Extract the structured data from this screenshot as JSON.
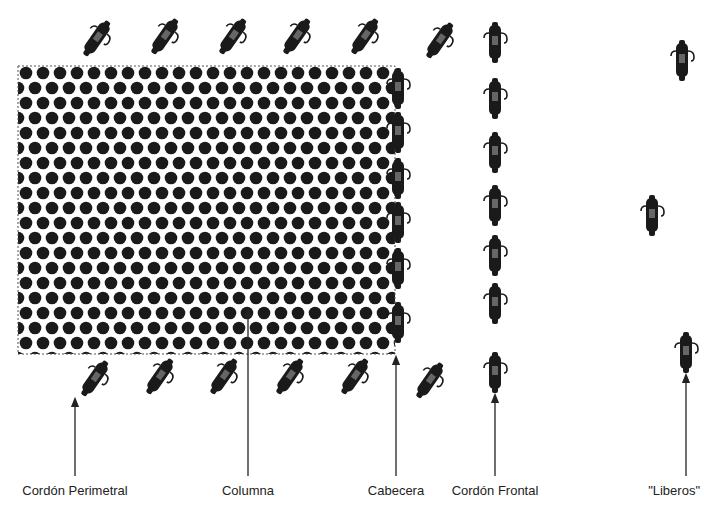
{
  "diagram": {
    "labels": [
      "Cordón Perimetral",
      "Columna",
      "Cabecera",
      "Cordón Frontal",
      "\"Liberos\""
    ]
  }
}
